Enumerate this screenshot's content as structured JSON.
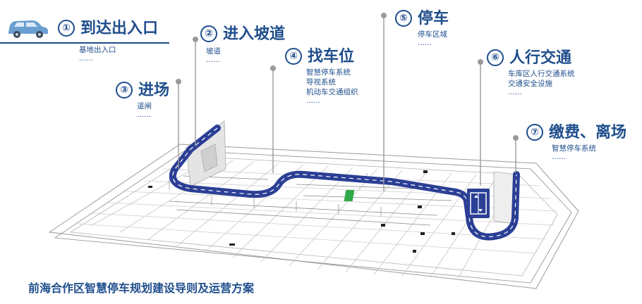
{
  "steps": [
    {
      "num": "①",
      "title": "到达出入口",
      "lines": [
        "基地出入口"
      ],
      "dots": "……"
    },
    {
      "num": "②",
      "title": "进入坡道",
      "lines": [
        "坡道"
      ],
      "dots": "……"
    },
    {
      "num": "③",
      "title": "进场",
      "lines": [
        "道闸"
      ],
      "dots": "……"
    },
    {
      "num": "④",
      "title": "找车位",
      "lines": [
        "智慧停车系统",
        "导视系统",
        "机动车交通组织"
      ],
      "dots": "……"
    },
    {
      "num": "⑤",
      "title": "停车",
      "lines": [
        "停车区域"
      ],
      "dots": "……"
    },
    {
      "num": "⑥",
      "title": "人行交通",
      "lines": [
        "车库区人行交通系统",
        "交通安全设施"
      ],
      "dots": "……"
    },
    {
      "num": "⑦",
      "title": "缴费、离场",
      "lines": [
        "智慧停车系统"
      ],
      "dots": "……"
    }
  ],
  "footer": {
    "title": "前海合作区智慧停车规划建设导则及运营方案"
  },
  "colors": {
    "primary": "#1f4e8c",
    "route": "#2b3f95",
    "pin": "#9a9a9a",
    "parking_spot": "#2eaa4a",
    "car": "#6a9fd1"
  },
  "icons": {
    "car": "car-icon",
    "elevator": "elevator-icon"
  }
}
